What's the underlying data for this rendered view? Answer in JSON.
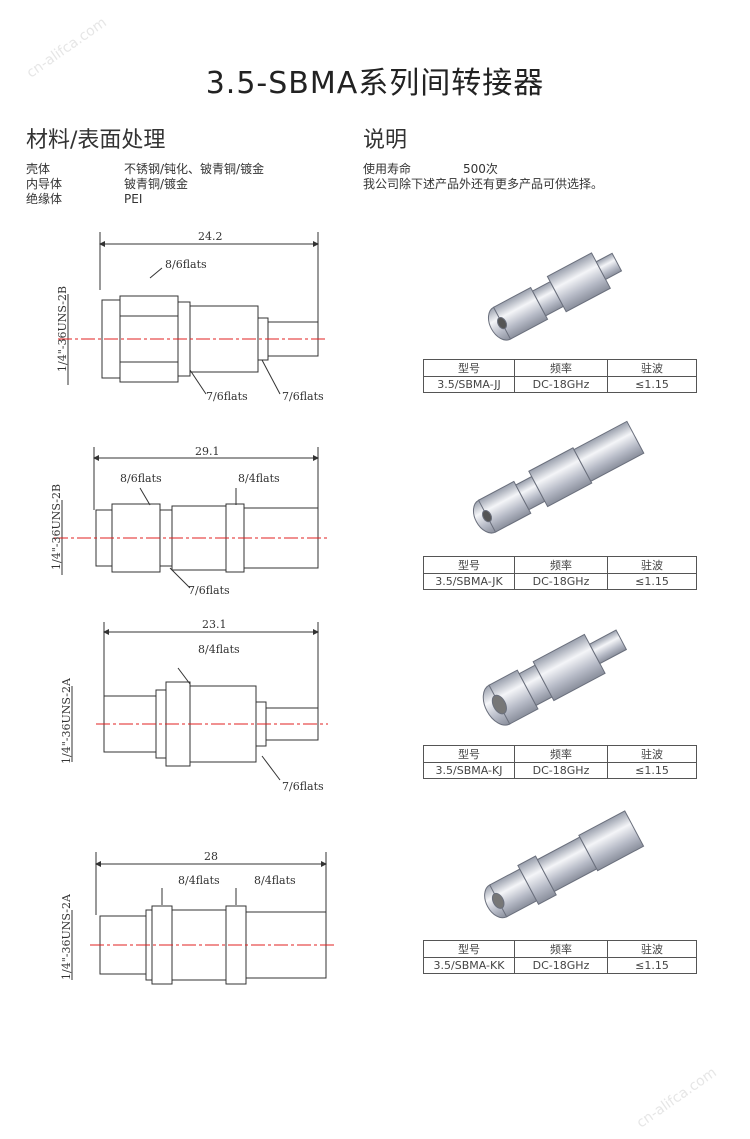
{
  "title": "3.5-SBMA系列间转接器",
  "materials": {
    "heading": "材料/表面处理",
    "rows": [
      {
        "part": "壳体",
        "finish": "不锈钢/钝化、铍青铜/镀金"
      },
      {
        "part": "内导体",
        "finish": "铍青铜/镀金"
      },
      {
        "part": "绝缘体",
        "finish": "PEI"
      }
    ]
  },
  "description": {
    "heading": "说明",
    "life_label": "使用寿命",
    "life_value": "500次",
    "note": "我公司除下述产品外还有更多产品可供选择。"
  },
  "table_headers": [
    "型号",
    "频率",
    "驻波"
  ],
  "products": [
    {
      "model": "3.5/SBMA-JJ",
      "freq": "DC-18GHz",
      "vswr": "≤1.15",
      "length": "24.2",
      "thread": "1/4\"-36UNS-2B",
      "flats": [
        "8/6flats",
        "7/6flats",
        "7/6flats"
      ]
    },
    {
      "model": "3.5/SBMA-JK",
      "freq": "DC-18GHz",
      "vswr": "≤1.15",
      "length": "29.1",
      "thread": "1/4\"-36UNS-2B",
      "flats": [
        "8/6flats",
        "8/4flats",
        "7/6flats"
      ]
    },
    {
      "model": "3.5/SBMA-KJ",
      "freq": "DC-18GHz",
      "vswr": "≤1.15",
      "length": "23.1",
      "thread": "1/4\"-36UNS-2A",
      "flats": [
        "8/4flats",
        "7/6flats"
      ]
    },
    {
      "model": "3.5/SBMA-KK",
      "freq": "DC-18GHz",
      "vswr": "≤1.15",
      "length": "28",
      "thread": "1/4\"-36UNS-2A",
      "flats": [
        "8/4flats",
        "8/4flats"
      ]
    }
  ],
  "watermark": "cn-alifca.com"
}
